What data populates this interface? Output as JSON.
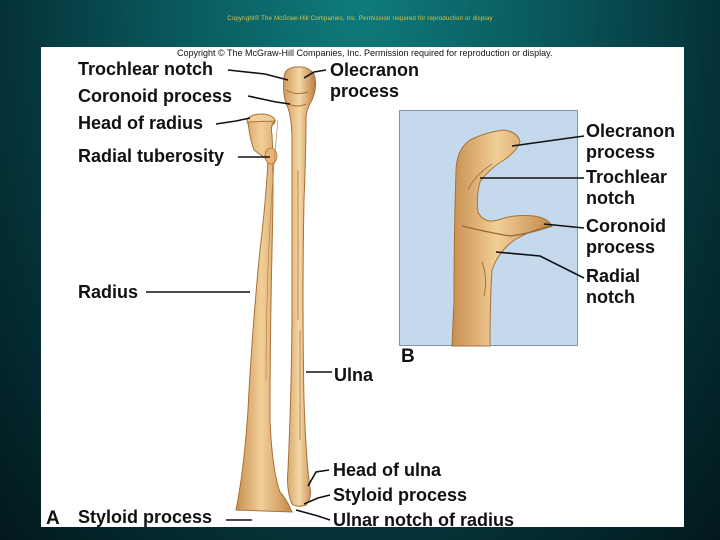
{
  "top_copyright": "Copyright© The McGraw-Hill Companies, Inc. Permission required for reproduction or display",
  "panel_copyright": "Copyright © The McGraw-Hill Companies, Inc. Permission required for reproduction or display.",
  "panel_letters": {
    "a": "A",
    "b": "B"
  },
  "labels_a": {
    "trochlear_notch": "Trochlear notch",
    "coronoid_process": "Coronoid process",
    "head_of_radius": "Head of radius",
    "radial_tuberosity": "Radial tuberosity",
    "radius": "Radius",
    "styloid_process_left": "Styloid process",
    "olecranon_process_1": "Olecranon",
    "olecranon_process_2": "process",
    "ulna": "Ulna",
    "head_of_ulna": "Head of ulna",
    "styloid_process_right": "Styloid process",
    "ulnar_notch_of_radius": "Ulnar notch of radius"
  },
  "labels_b": {
    "olecranon_1": "Olecranon",
    "olecranon_2": "process",
    "trochlear_1": "Trochlear",
    "trochlear_2": "notch",
    "coronoid_1": "Coronoid",
    "coronoid_2": "process",
    "radial_1": "Radial",
    "radial_2": "notch"
  },
  "colors": {
    "bone": "#e7b97e",
    "bone_shadow": "#b98145",
    "inset_bg": "#c5d9ec"
  }
}
